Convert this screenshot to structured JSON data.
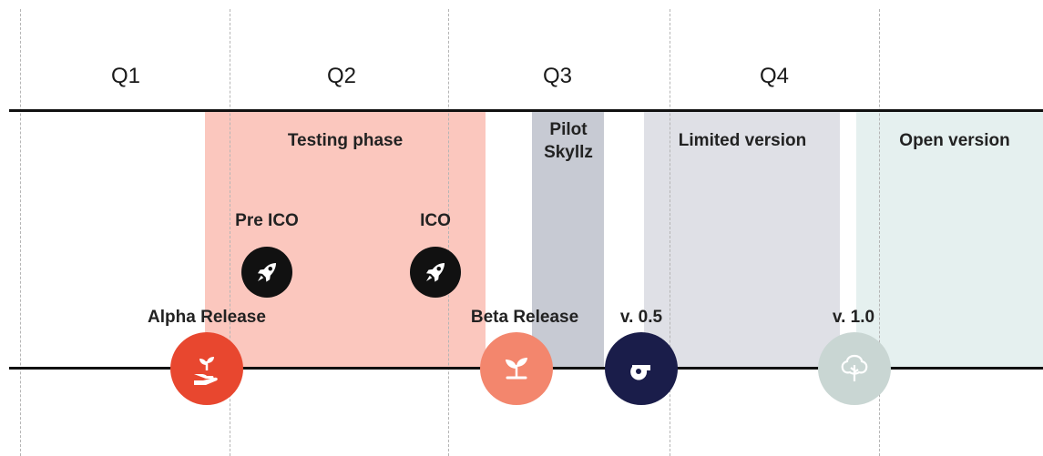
{
  "quarters": [
    "Q1",
    "Q2",
    "Q3",
    "Q4"
  ],
  "phases": {
    "testing": "Testing phase",
    "pilot": "Pilot\nSkyllz",
    "limited": "Limited version",
    "open": "Open version"
  },
  "events": {
    "pre_ico": "Pre ICO",
    "ico": "ICO"
  },
  "milestones": {
    "alpha": "Alpha Release",
    "beta": "Beta Release",
    "v05": "v. 0.5",
    "v10": "v. 1.0"
  },
  "colors": {
    "testing_band": "#fbc7be",
    "pilot_band": "#c7cad3",
    "limited_band": "#dfe0e6",
    "open_band": "#e5f0ef",
    "alpha": "#e8472f",
    "beta": "#f3866d",
    "v05": "#1a1d4a",
    "v10": "#c9d6d3"
  },
  "icons": {
    "pre_ico": "rocket-icon",
    "ico": "rocket-icon",
    "alpha": "hand-sprout-icon",
    "beta": "sprout-icon",
    "v05": "whistle-icon",
    "v10": "tree-icon"
  }
}
